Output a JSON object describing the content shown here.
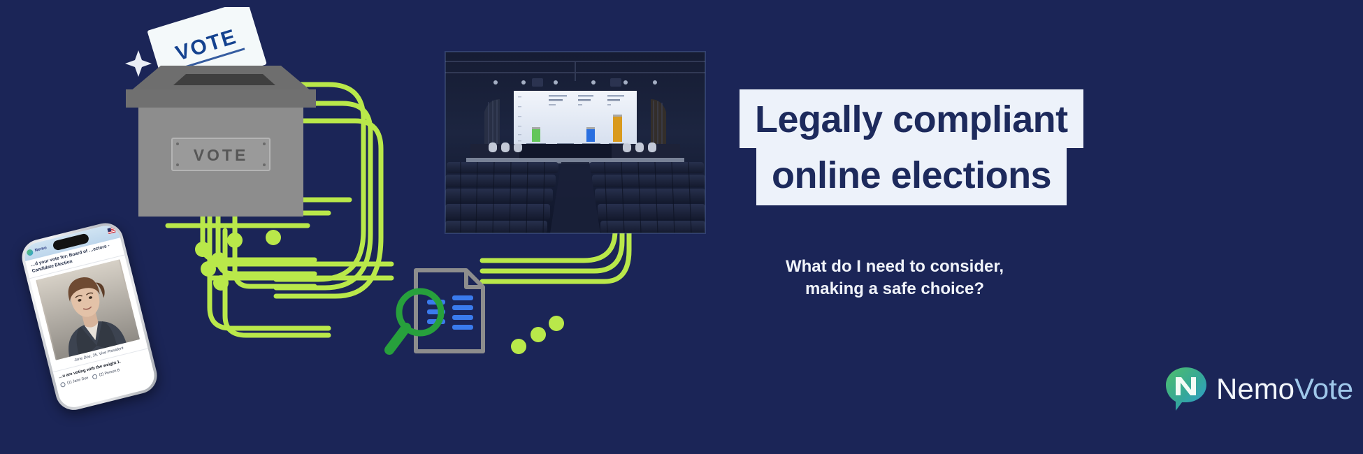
{
  "theme": {
    "background": "#1b2557",
    "accent_green": "#b9e84a",
    "headline_box": "#edf2fa",
    "headline_text": "#1d2a5c",
    "body_text": "#f0f3f9"
  },
  "headline": {
    "line1": "Legally compliant",
    "line2": "online elections"
  },
  "subheading": {
    "line1": "What do I need to consider,",
    "line2": "making a safe choice?"
  },
  "brand": {
    "name_part1": "Nemo",
    "name_part2": "Vote",
    "mark_letter": "N",
    "mark_gradient_from": "#4cb96b",
    "mark_gradient_to": "#2f9ed6"
  },
  "ballot_box": {
    "plaque_label": "VOTE",
    "paper_label": "VOTE",
    "box_color": "#8d8d8d",
    "lid_color": "#6e6e6e",
    "paper_color": "#f3f8f9",
    "paper_text_color": "#14428f"
  },
  "phone": {
    "app_name": "Nemo",
    "question": "…d your vote for: Board of …ectors - Candidate Election",
    "candidate_caption": "Jane Doe, 35, Vice President",
    "weight_note": "…u are voting with the weight 1.",
    "options": [
      {
        "label": "(1) Jane Doe"
      },
      {
        "label": "(2) Person B"
      }
    ],
    "flag": "us-flag-icon"
  },
  "auditorium": {
    "alt": "Conference hall with projected election results",
    "chart_bars": [
      {
        "color": "#63c65a",
        "height_pct": 22
      },
      {
        "color": "#2a6fe0",
        "height_pct": 22
      },
      {
        "color": "#d99a1e",
        "height_pct": 44
      }
    ]
  },
  "document_icon": {
    "name": "document-with-magnifier-icon",
    "outline_color": "#8d8d8d",
    "line_color": "#3a7bed",
    "magnifier_color": "#27a03c"
  },
  "circuit": {
    "color": "#b9e84a",
    "node_color": "#b9e84a"
  }
}
